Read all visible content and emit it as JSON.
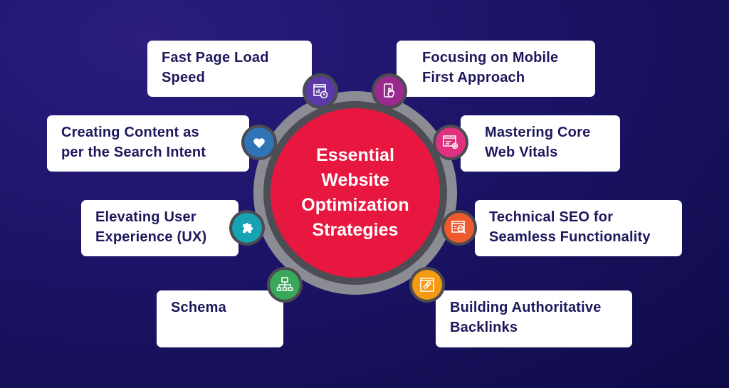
{
  "center": {
    "lines": [
      "Essential",
      "Website",
      "Optimization",
      "Strategies"
    ],
    "color": "#e8173f"
  },
  "strategies": [
    {
      "lines": [
        "Fast Page Load",
        "Speed"
      ],
      "icon": "speed-chart-icon",
      "color": "#5b3aa8"
    },
    {
      "lines": [
        "Focusing on Mobile",
        "First Approach"
      ],
      "icon": "mobile-touch-icon",
      "color": "#9b2a8f"
    },
    {
      "lines": [
        "Creating Content as",
        "per the Search Intent"
      ],
      "icon": "heart-icon",
      "color": "#2f74b5"
    },
    {
      "lines": [
        "Mastering Core",
        "Web Vitals"
      ],
      "icon": "web-settings-icon",
      "color": "#e0317f"
    },
    {
      "lines": [
        "Elevating User",
        "Experience (UX)"
      ],
      "icon": "puzzle-icon",
      "color": "#17a3b4"
    },
    {
      "lines": [
        "Technical SEO for",
        "Seamless Functionality"
      ],
      "icon": "seo-analysis-icon",
      "color": "#ee5a2c"
    },
    {
      "lines": [
        "Schema"
      ],
      "icon": "sitemap-icon",
      "color": "#3aa85a"
    },
    {
      "lines": [
        "Building Authoritative",
        "Backlinks"
      ],
      "icon": "link-icon",
      "color": "#f39a12"
    }
  ]
}
